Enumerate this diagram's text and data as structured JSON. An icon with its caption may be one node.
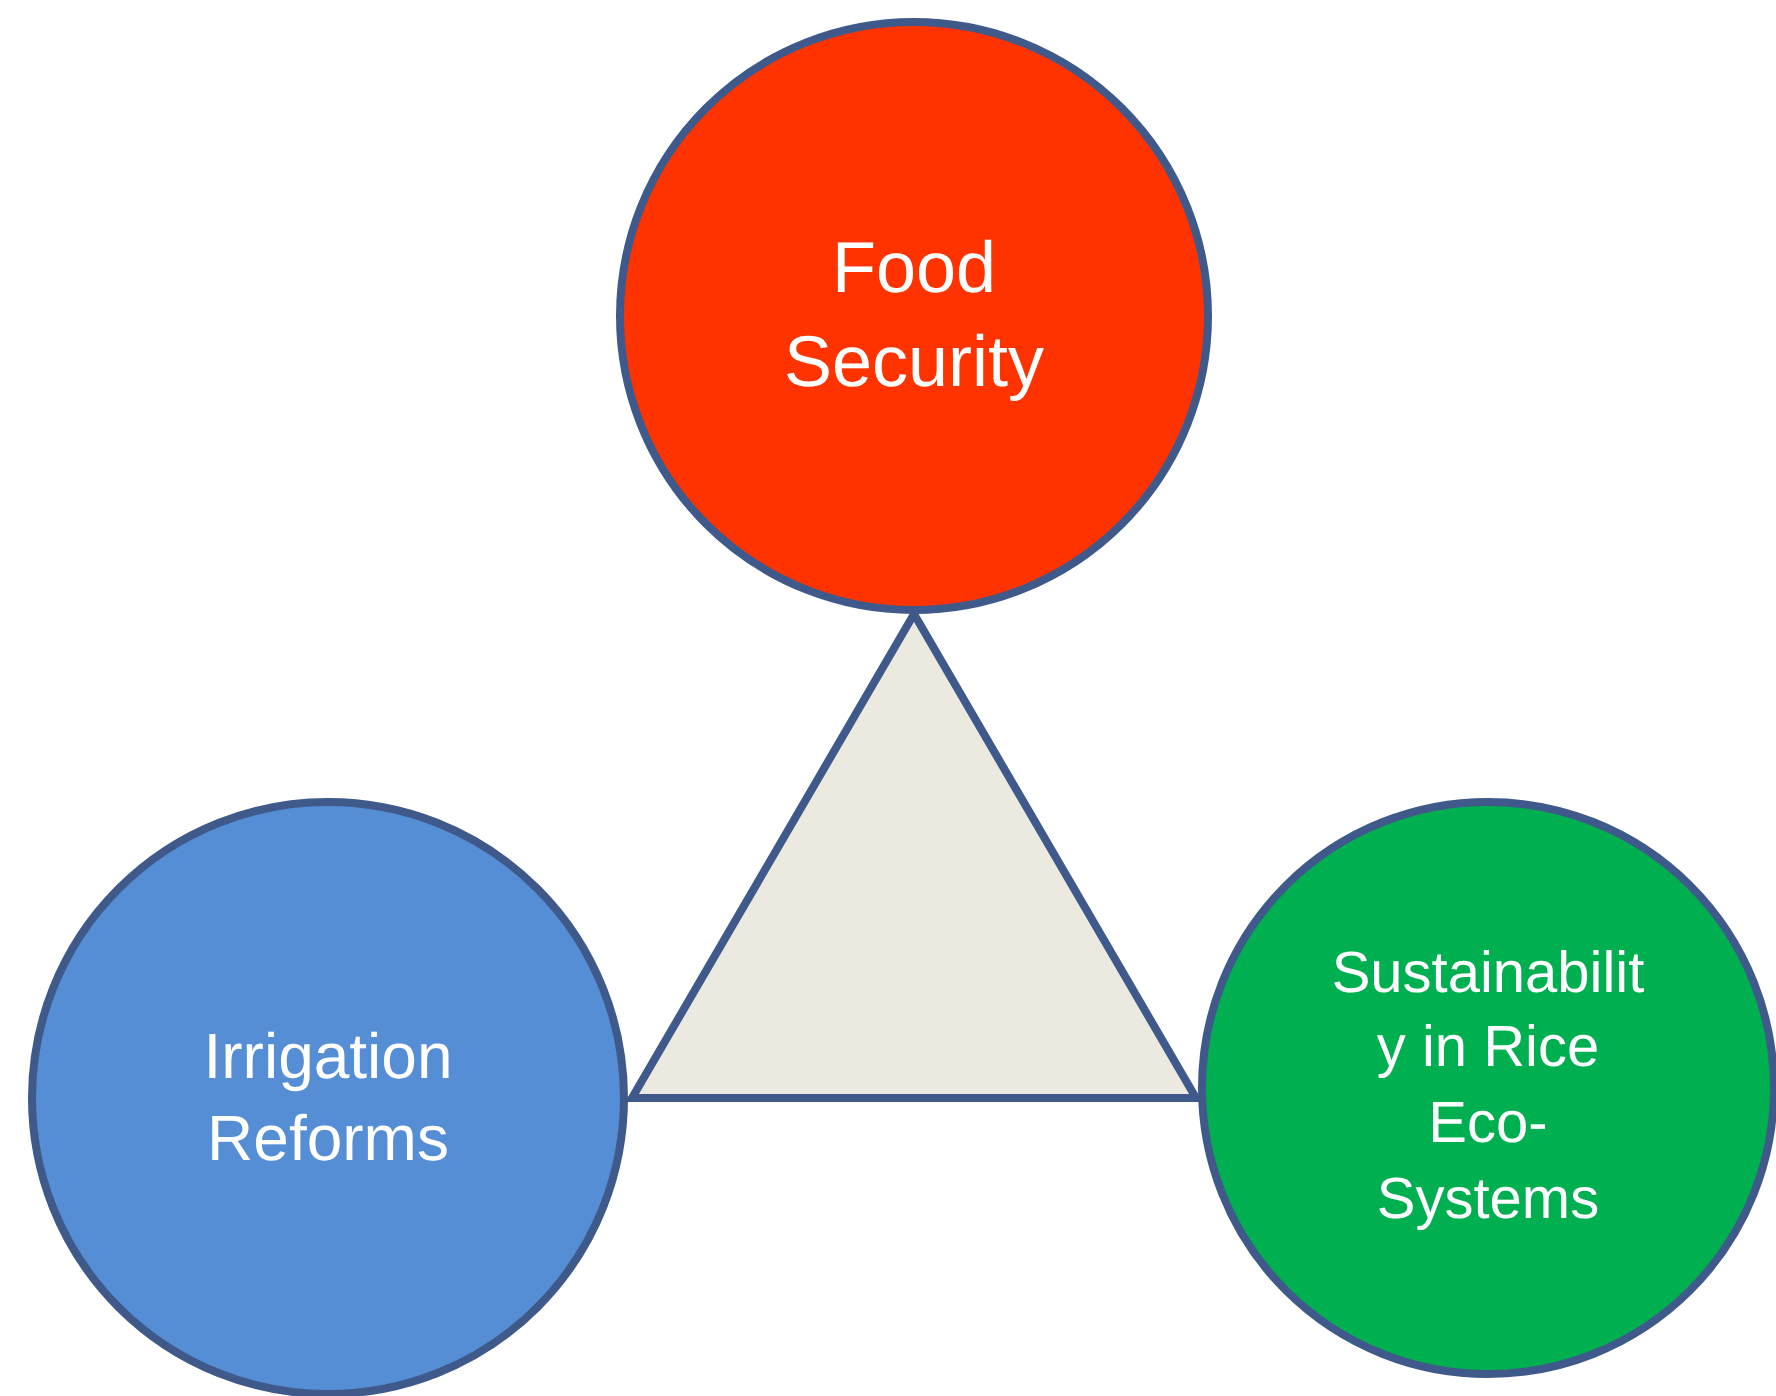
{
  "diagram": {
    "nodes": [
      {
        "text": [
          "Food Security"
        ]
      },
      {
        "text": [],
        "shape": "triangle"
      },
      {
        "text": [
          "Irrigation Reforms"
        ]
      },
      {
        "text": [
          "Sustainability in Rice Eco-Systems"
        ]
      }
    ]
  }
}
